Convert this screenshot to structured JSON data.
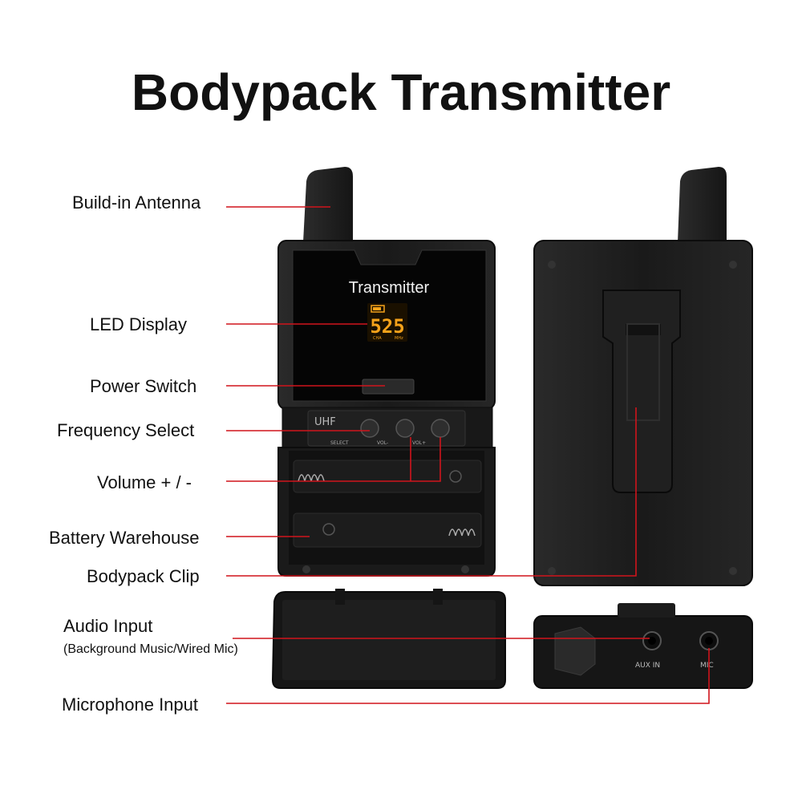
{
  "title": "Bodypack Transmitter",
  "labels": {
    "antenna": "Build-in Antenna",
    "led_display": "LED Display",
    "power_switch": "Power Switch",
    "frequency_select": "Frequency Select",
    "volume": "Volume + / -",
    "battery": "Battery Warehouse",
    "clip": "Bodypack Clip",
    "audio_input": "Audio Input",
    "audio_input_note": "(Background Music/Wired Mic)",
    "mic_input": "Microphone Input"
  },
  "device": {
    "screen_title": "Transmitter",
    "display_digits": "525",
    "display_cha": "CHA",
    "display_mhz": "MHz",
    "band": "UHF",
    "btn_select": "SELECT",
    "btn_vol_minus": "VOL-",
    "btn_vol_plus": "VOL+",
    "port_aux": "AUX IN",
    "port_mic": "MIC"
  },
  "colors": {
    "leader_line": "#d0141c",
    "display_amber": "#f5a21a",
    "body": "#1c1c1c"
  }
}
